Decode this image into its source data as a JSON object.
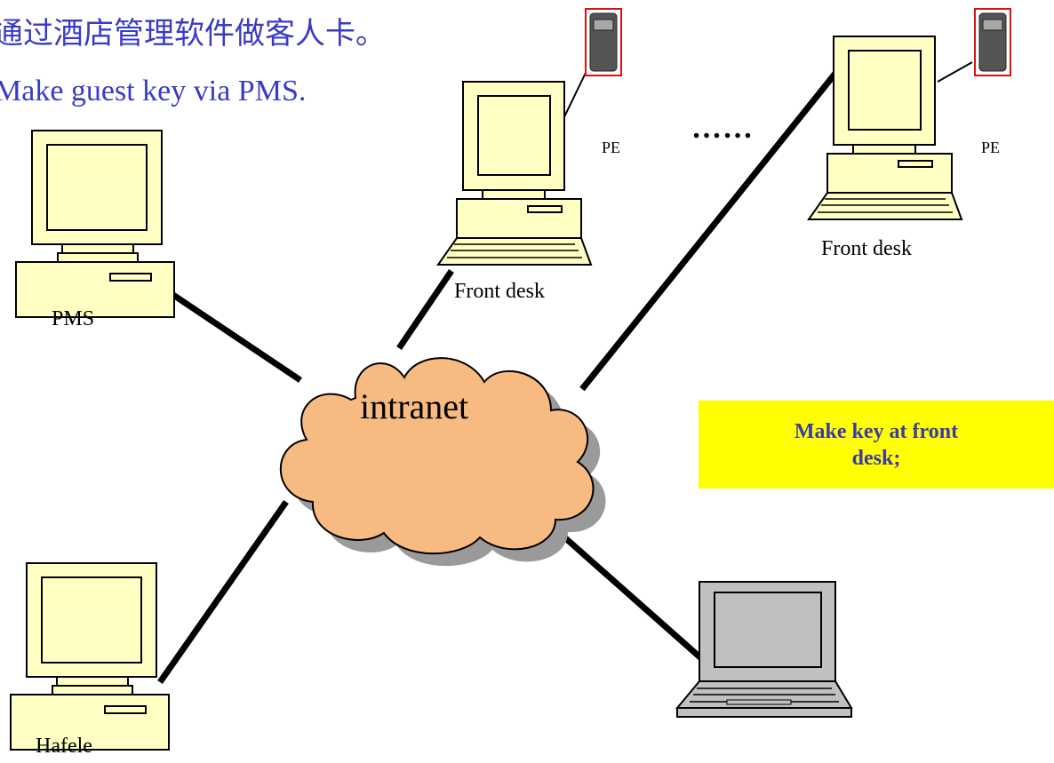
{
  "title": {
    "line_cn": "通过酒店管理软件做客人卡。",
    "line_en": "Make guest key via PMS."
  },
  "nodes": {
    "pms": "PMS",
    "front_desk_1": "Front desk",
    "front_desk_2": "Front desk",
    "hafele": "Hafele",
    "pe_1": "PE",
    "pe_2": "PE",
    "intranet": "intranet"
  },
  "ellipsis": "……",
  "note": "Make key at front desk;",
  "colors": {
    "title_text": "#3a3ac8",
    "note_bg": "#ffff00",
    "note_text": "#3a3aa8",
    "cloud_fill": "#f7bb82",
    "cloud_shadow": "#9a9a9a",
    "pc_fill": "#ffffc4",
    "laptop_fill": "#c0c0c0",
    "reader_border": "#e01010"
  },
  "icons": [
    "desktop-computer-icon",
    "laptop-icon",
    "card-reader-icon",
    "cloud-icon"
  ]
}
